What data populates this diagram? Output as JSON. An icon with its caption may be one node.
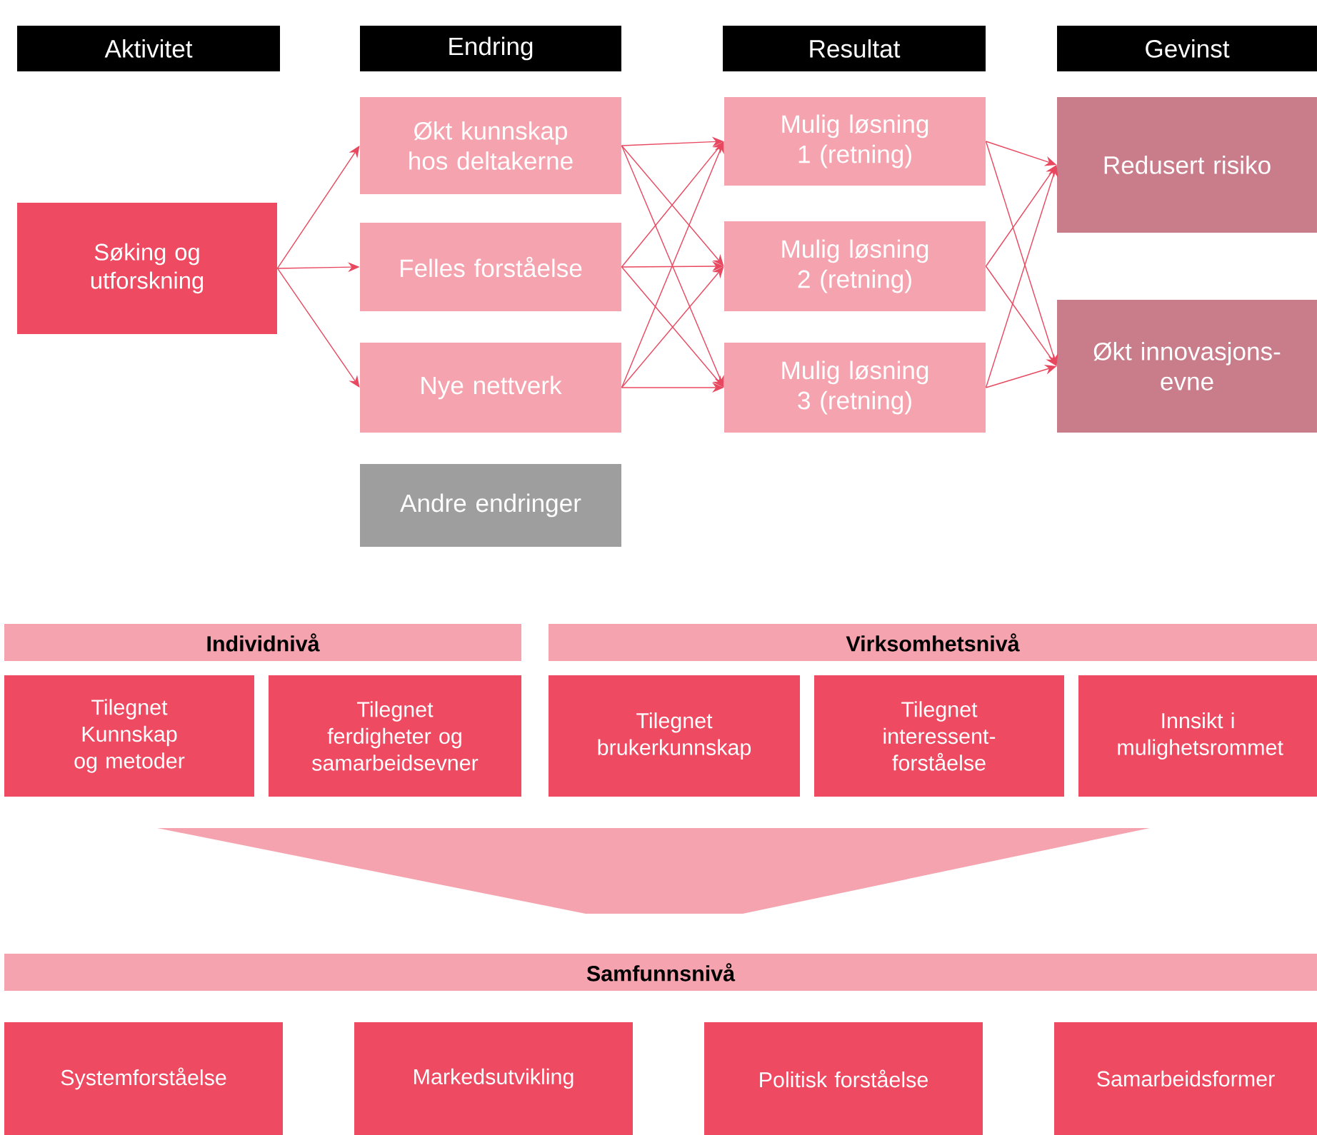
{
  "diagram": {
    "nodes": [
      {
        "text": [
          "Aktivitet"
        ]
      },
      {
        "text": [
          "Endring"
        ]
      },
      {
        "text": [
          "Resultat"
        ]
      },
      {
        "text": [
          "Gevinst"
        ]
      },
      {
        "text": [
          "Søking og utforskning"
        ]
      },
      {
        "text": [
          "Økt kunnskap hos deltakerne"
        ]
      },
      {
        "text": [
          "Felles forståelse"
        ]
      },
      {
        "text": [
          "Nye nettverk"
        ]
      },
      {
        "text": [
          "Andre endringer"
        ]
      },
      {
        "text": [
          "Mulig løsning 1 (retning)"
        ]
      },
      {
        "text": [
          "Mulig løsning 2 (retning)"
        ]
      },
      {
        "text": [
          "Mulig løsning 3 (retning)"
        ]
      },
      {
        "text": [
          "Redusert risiko"
        ]
      },
      {
        "text": [
          "Økt innovasjons-evne"
        ]
      },
      {
        "text": [
          "Individnivå"
        ]
      },
      {
        "text": [
          "Virksomhetsnivå"
        ]
      },
      {
        "text": [
          "Tilegnet Kunnskap og metoder"
        ]
      },
      {
        "text": [
          "Tilegnet ferdigheter og samarbeidsevner"
        ]
      },
      {
        "text": [
          "Tilegnet brukerkunnskap"
        ]
      },
      {
        "text": [
          "Tilegnet interessent-forståelse"
        ]
      },
      {
        "text": [
          "Innsikt i mulighetsrommet"
        ]
      },
      {
        "text": [
          "Samfunnsnivå"
        ]
      },
      {
        "text": [
          "Systemforståelse"
        ]
      },
      {
        "text": [
          "Markedsutvikling"
        ]
      },
      {
        "text": [
          "Politisk forståelse"
        ]
      },
      {
        "text": [
          "Samarbeidsformer"
        ]
      }
    ],
    "edges": [
      {
        "from": 4,
        "to": 5,
        "arrow": "to"
      },
      {
        "from": 4,
        "to": 6,
        "arrow": "to"
      },
      {
        "from": 4,
        "to": 7,
        "arrow": "to"
      },
      {
        "from": 5,
        "to": 9,
        "arrow": "to"
      },
      {
        "from": 5,
        "to": 10,
        "arrow": "to"
      },
      {
        "from": 5,
        "to": 11,
        "arrow": "to"
      },
      {
        "from": 6,
        "to": 9,
        "arrow": "to"
      },
      {
        "from": 6,
        "to": 10,
        "arrow": "to"
      },
      {
        "from": 6,
        "to": 11,
        "arrow": "to"
      },
      {
        "from": 7,
        "to": 9,
        "arrow": "to"
      },
      {
        "from": 7,
        "to": 10,
        "arrow": "to"
      },
      {
        "from": 7,
        "to": 11,
        "arrow": "to"
      },
      {
        "from": 9,
        "to": 12,
        "arrow": "to"
      },
      {
        "from": 9,
        "to": 13,
        "arrow": "to"
      },
      {
        "from": 10,
        "to": 12,
        "arrow": "to"
      },
      {
        "from": 10,
        "to": 13,
        "arrow": "to"
      },
      {
        "from": 11,
        "to": 12,
        "arrow": "to"
      },
      {
        "from": 11,
        "to": 13,
        "arrow": "to"
      }
    ]
  }
}
